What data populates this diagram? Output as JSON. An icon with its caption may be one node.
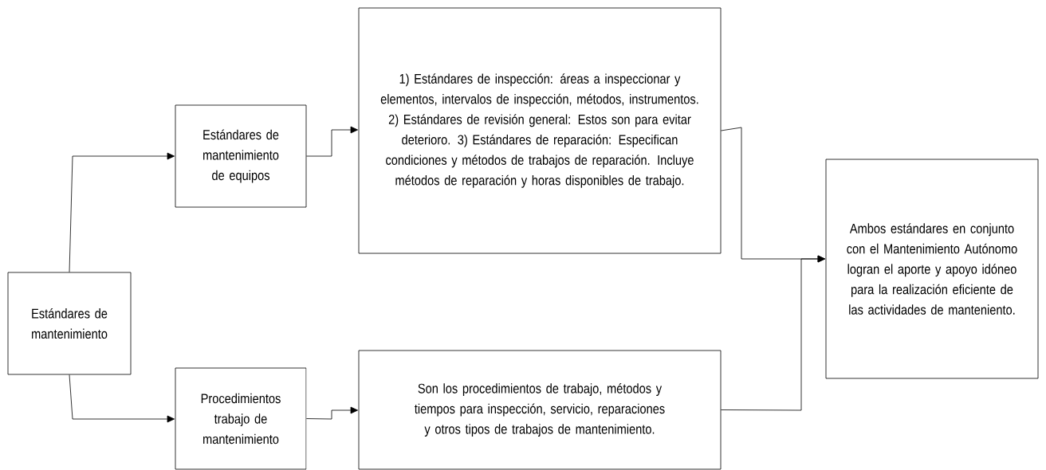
{
  "diagram": {
    "nodes": [
      {
        "text": [
          "Estándares de mantenimiento"
        ]
      },
      {
        "text": [
          "Estándares de mantenimiento de equipos"
        ]
      },
      {
        "text": [
          "1) Estándares de inspección: áreas a inspeccionar y elementos, intervalos de inspección, métodos, instrumentos. 2) Estándares de revisión general: Estos son para evitar deterioro. 3) Estándares de reparación: Especifican condiciones y métodos de trabajos de reparación. Incluye métodos de reparación y horas disponibles de trabajo."
        ]
      },
      {
        "text": [
          "Procedimientos trabajo de mantenimiento"
        ]
      },
      {
        "text": [
          "Son los procedimientos de trabajo, métodos y tiempos para inspección, servicio, reparaciones y otros tipos de trabajos de mantenimiento."
        ]
      },
      {
        "text": [
          "Ambos estándares en conjunto con el Mantenimiento Autónomo logran el aporte y apoyo idóneo para la realización eficiente de las actividades de manteniento."
        ]
      }
    ],
    "edges": [
      {
        "from": 0,
        "to": 1,
        "arrow": "to"
      },
      {
        "from": 0,
        "to": 3,
        "arrow": "to"
      },
      {
        "from": 1,
        "to": 2,
        "arrow": "to"
      },
      {
        "from": 3,
        "to": 4,
        "arrow": "to"
      },
      {
        "from": 2,
        "to": 5,
        "arrow": "to"
      },
      {
        "from": 4,
        "to": 5,
        "arrow": "to"
      }
    ]
  }
}
